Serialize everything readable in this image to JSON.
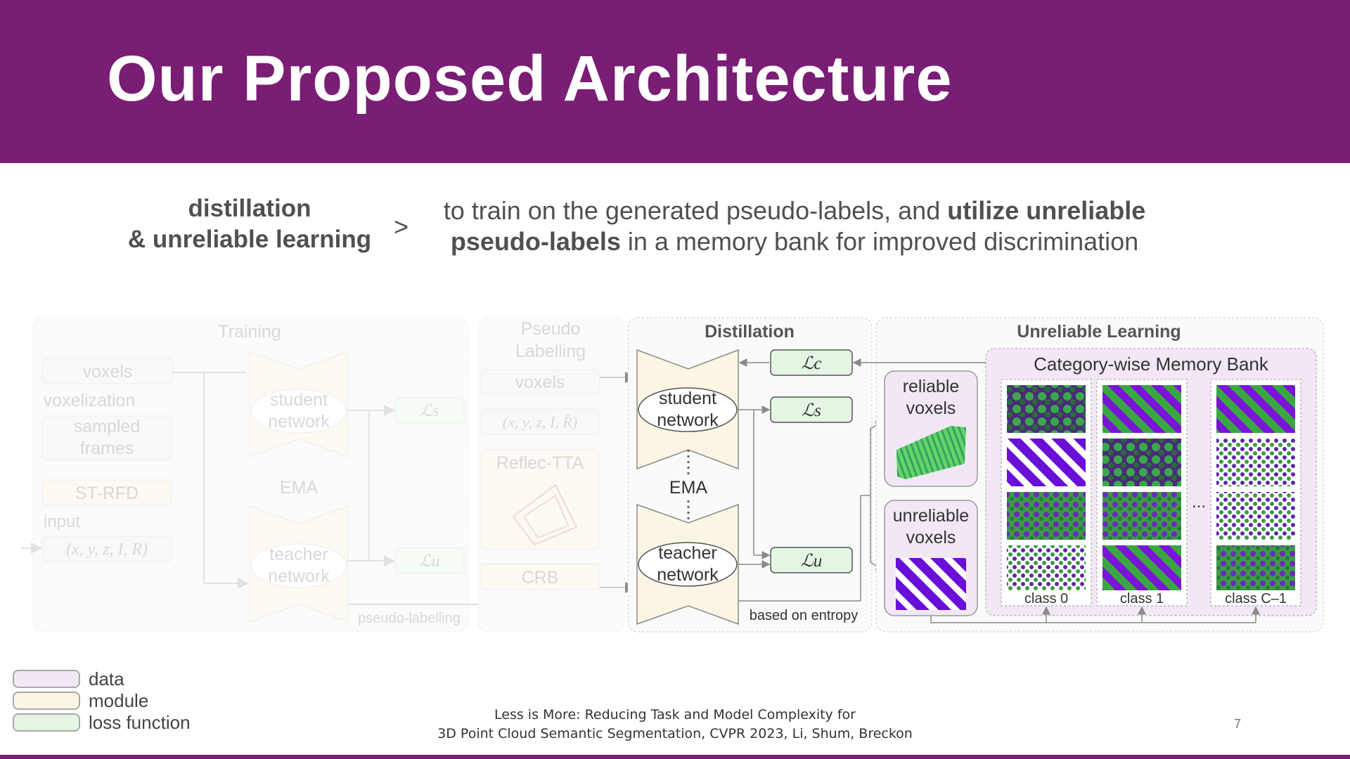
{
  "header": {
    "title": "Our Proposed Architecture",
    "background": "#7a1d74"
  },
  "subtitle": {
    "left_line1": "distillation",
    "left_line2": "& unreliable learning",
    "arrow": ">",
    "right_line1_plain": "to train on the generated pseudo-labels, and ",
    "right_line1_bold": "utilize unreliable",
    "right_line2_bold": "pseudo-labels",
    "right_line2_plain": " in a memory bank for improved discrimination"
  },
  "diagram": {
    "training": {
      "title": "Training",
      "voxels": "voxels",
      "voxelization": "voxelization",
      "sampled_frames": [
        "sampled",
        "frames"
      ],
      "st_rfd": "ST-RFD",
      "input": "input",
      "input_tuple": "(x, y, z, I, R)",
      "student_network": [
        "student",
        "network"
      ],
      "ema": "EMA",
      "teacher_network": [
        "teacher",
        "network"
      ],
      "loss_s": "ℒs",
      "loss_u": "ℒu",
      "pseudo_labelling": "pseudo-labelling"
    },
    "pseudo_labelling": {
      "title": [
        "Pseudo",
        "Labelling"
      ],
      "voxels": "voxels",
      "tuple": "(x, y, z, I, R̂)",
      "reflec_tta": "Reflec-TTA",
      "crb": "CRB"
    },
    "distillation": {
      "title": "Distillation",
      "student_network": [
        "student",
        "network"
      ],
      "ema": "EMA",
      "teacher_network": [
        "teacher",
        "network"
      ],
      "loss_c": "ℒc",
      "loss_s": "ℒs",
      "loss_u": "ℒu",
      "based_on_entropy": "based on entropy"
    },
    "unreliable_learning": {
      "title": "Unreliable Learning",
      "reliable_voxels": [
        "reliable",
        "voxels"
      ],
      "unreliable_voxels": [
        "unreliable",
        "voxels"
      ],
      "memory_bank_title": "Category-wise Memory Bank",
      "class_labels": [
        "class 0",
        "class 1",
        "class C–1"
      ],
      "ellipsis": "..."
    }
  },
  "legend": [
    {
      "label": "data",
      "color": "#f2e8f5"
    },
    {
      "label": "module",
      "color": "#fbf6e4"
    },
    {
      "label": "loss function",
      "color": "#e4f5e4"
    }
  ],
  "citation": {
    "line1": "Less is More: Reducing Task and Model Complexity for",
    "line2": "3D Point Cloud Semantic Segmentation, CVPR 2023, Li, Shum, Breckon"
  },
  "page_number": "7"
}
